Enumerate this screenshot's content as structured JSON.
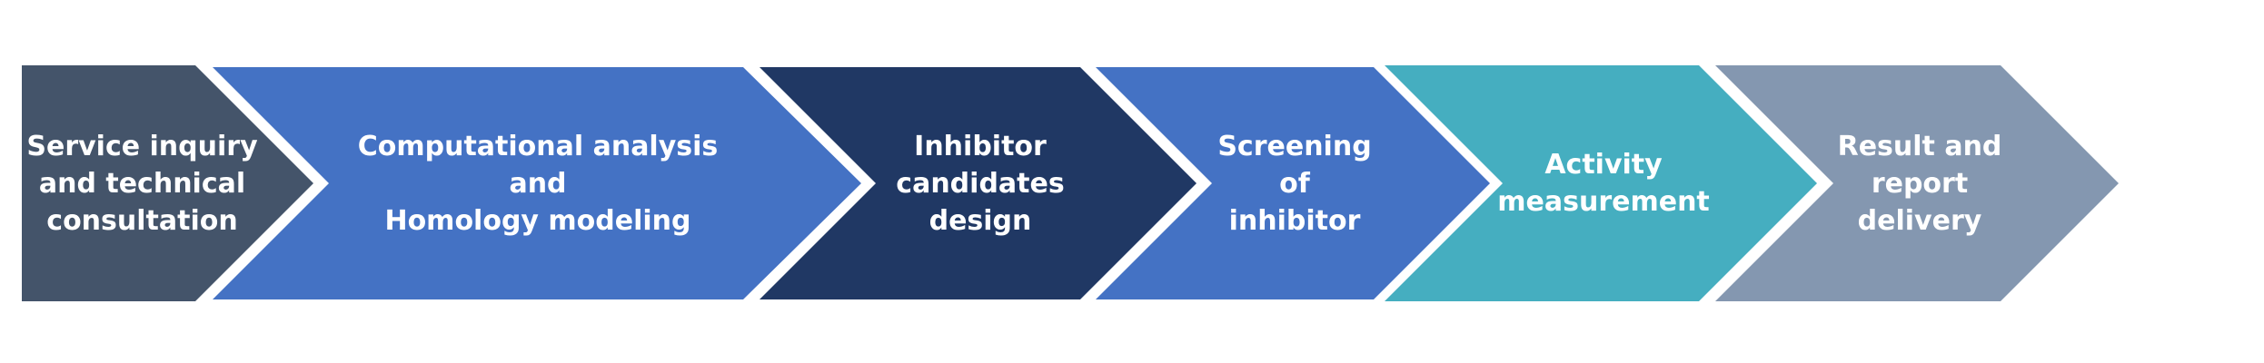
{
  "steps": [
    {
      "label": "Service inquiry\nand technical\nconsultation",
      "color": "#44546A"
    },
    {
      "label": "Computational analysis and\nHomology modeling",
      "color": "#4472C4"
    },
    {
      "label": "Inhibitor\ncandidates\ndesign",
      "color": "#203864"
    },
    {
      "label": "Screening\nof\ninhibitor",
      "color": "#4472C4"
    },
    {
      "label": "Activity\nmeasurement",
      "color": "#45AEC0"
    },
    {
      "label": "Result and\nreport\ndelivery",
      "color": "#8497B0"
    }
  ]
}
